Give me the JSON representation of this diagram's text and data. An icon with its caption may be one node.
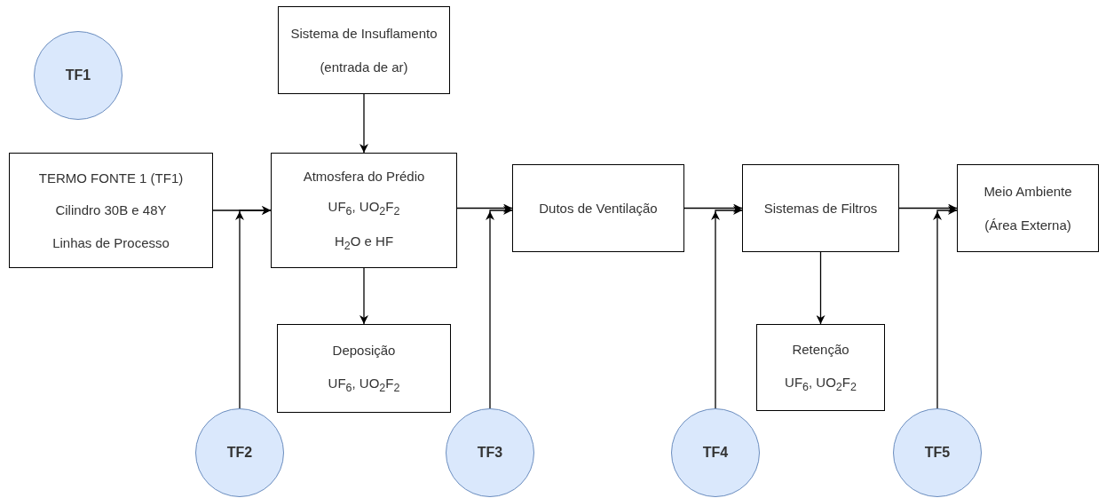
{
  "diagram": {
    "nodes": [
      {
        "text": [
          "TF1"
        ]
      },
      {
        "text": [
          "Sistema de Insuflamento",
          "(entrada de ar)"
        ]
      },
      {
        "text": [
          "TERMO FONTE 1 (TF1)",
          "Cilindro 30B e 48Y",
          "Linhas de Processo"
        ]
      },
      {
        "text": [
          "Atmosfera do Prédio",
          "UF$_{6}$, UO$_{2}$F$_{2}$",
          "H$_{2}$O e HF"
        ]
      },
      {
        "text": [
          "Dutos de Ventilação"
        ]
      },
      {
        "text": [
          "Sistemas de Filtros"
        ]
      },
      {
        "text": [
          "Meio Ambiente",
          "(Área Externa)"
        ]
      },
      {
        "text": [
          "Deposição",
          "UF$_{6}$, UO$_{2}$F$_{2}$"
        ]
      },
      {
        "text": [
          "Retenção",
          "UF$_{6}$, UO$_{2}$F$_{2}$"
        ]
      },
      {
        "text": [
          "TF2"
        ]
      },
      {
        "text": [
          "TF3"
        ]
      },
      {
        "text": [
          "TF4"
        ]
      },
      {
        "text": [
          "TF5"
        ]
      }
    ],
    "edges": [
      {
        "from": 1,
        "to": 3,
        "arrow": "to"
      },
      {
        "from": 2,
        "to": 3,
        "arrow": "to"
      },
      {
        "from": 9,
        "to": 3,
        "arrow": "to"
      },
      {
        "from": 3,
        "to": 4,
        "arrow": "to"
      },
      {
        "from": 10,
        "to": 4,
        "arrow": "to"
      },
      {
        "from": 3,
        "to": 7,
        "arrow": "to"
      },
      {
        "from": 4,
        "to": 5,
        "arrow": "to"
      },
      {
        "from": 11,
        "to": 5,
        "arrow": "to"
      },
      {
        "from": 5,
        "to": 8,
        "arrow": "to"
      },
      {
        "from": 5,
        "to": 6,
        "arrow": "to"
      },
      {
        "from": 12,
        "to": 6,
        "arrow": "to"
      }
    ]
  }
}
